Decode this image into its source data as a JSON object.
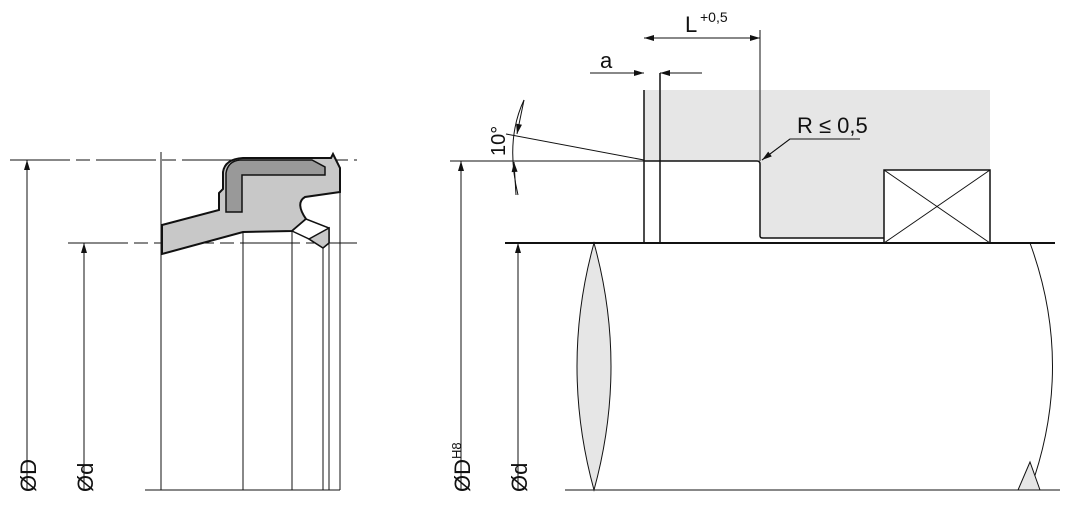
{
  "labels": {
    "outer_diameter": "ØD",
    "inner_diameter": "Ød",
    "housing_diameter": "ØD",
    "housing_tolerance": "H8",
    "rod_diameter": "Ød",
    "length": "L",
    "length_tolerance": "+0,5",
    "offset": "a",
    "angle": "10°",
    "radius": "R ≤ 0,5"
  },
  "colors": {
    "seal": "#c8c8c8",
    "insert": "#999999",
    "housing": "#e6e6e6",
    "line": "#111111"
  }
}
